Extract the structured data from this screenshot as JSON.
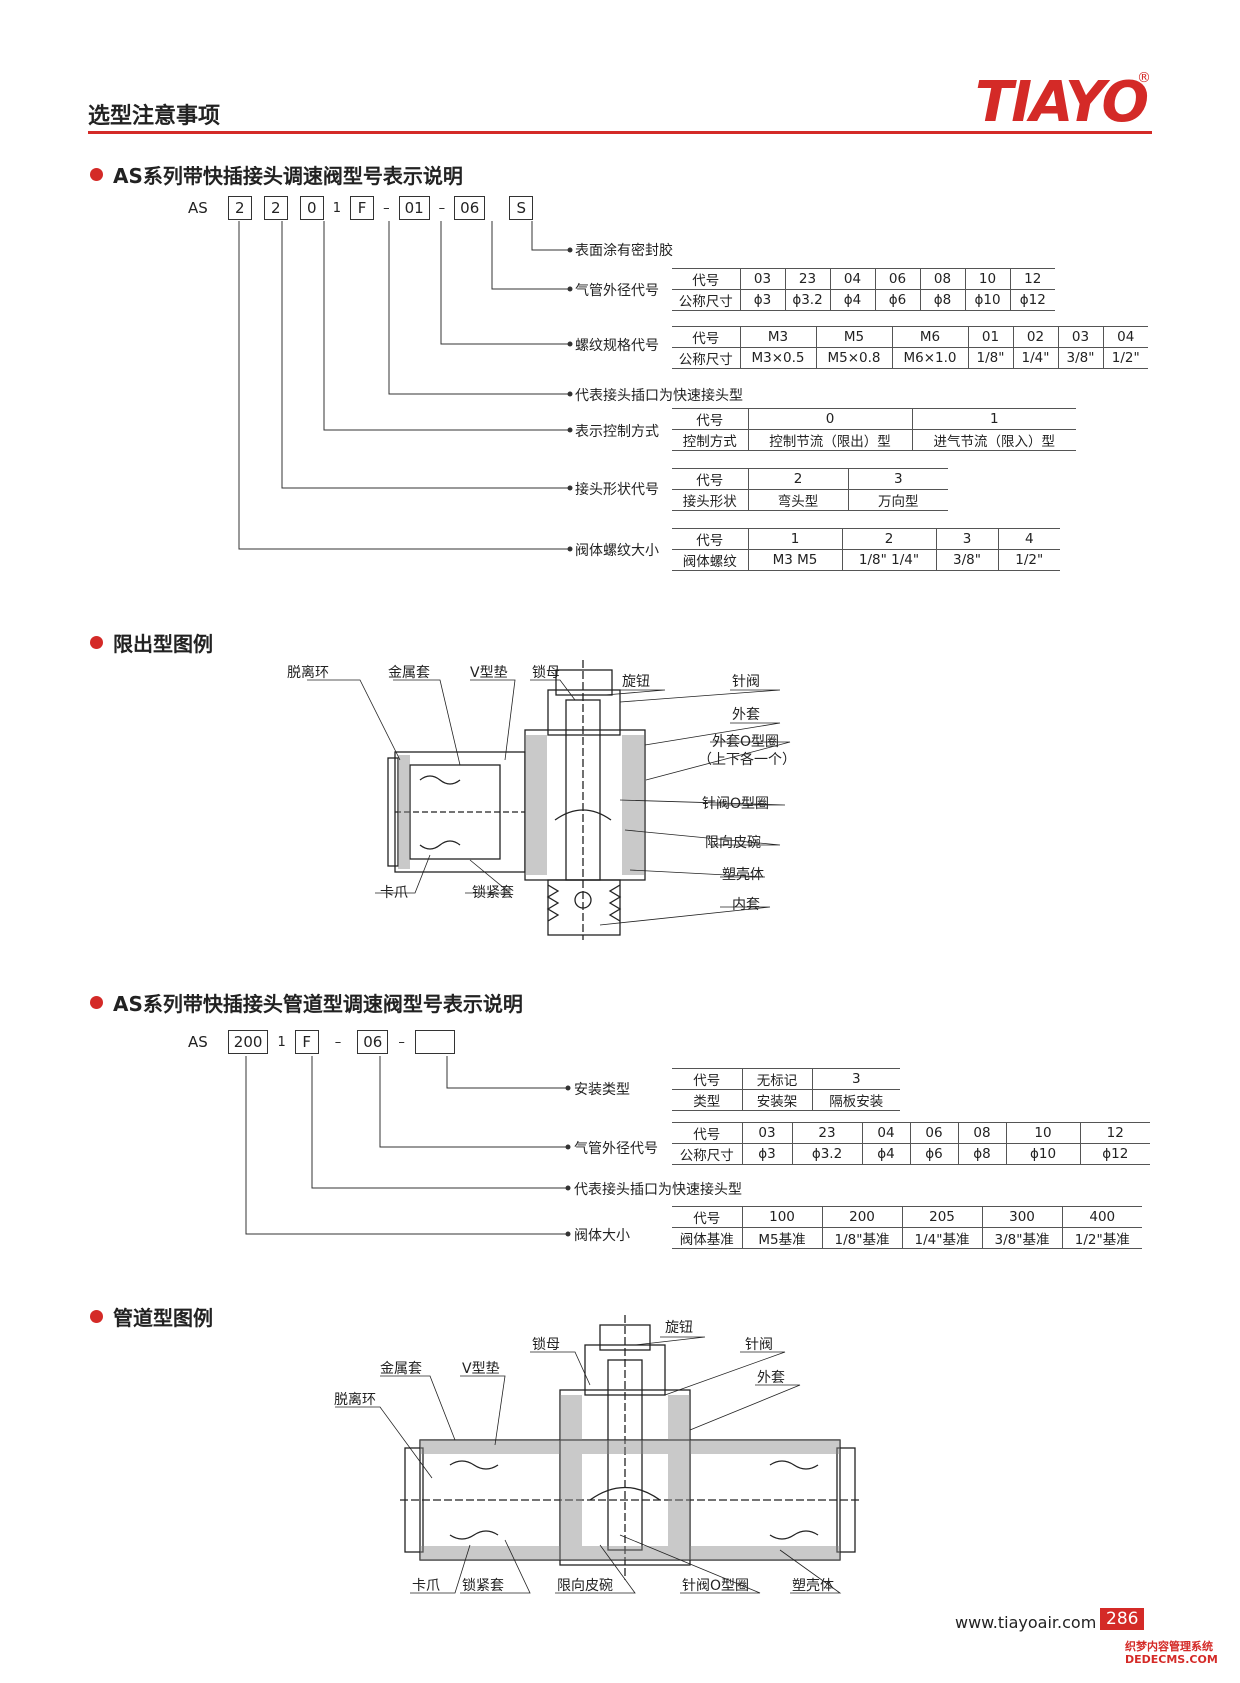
{
  "header": {
    "title": "选型注意事项",
    "brand": "TIAYO",
    "reg": "®"
  },
  "section1": {
    "title": "AS系列带快插接头调速阀型号表示说明",
    "code": {
      "prefix": "AS",
      "parts": [
        "2",
        "2",
        "0",
        "1",
        "F",
        "–",
        "01",
        "–",
        "06",
        "S"
      ]
    },
    "rows": [
      {
        "label": "表面涂有密封胶"
      },
      {
        "label": "气管外径代号",
        "header": [
          "代号",
          "03",
          "23",
          "04",
          "06",
          "08",
          "10",
          "12"
        ],
        "values": [
          "公称尺寸",
          "ϕ3",
          "ϕ3.2",
          "ϕ4",
          "ϕ6",
          "ϕ8",
          "ϕ10",
          "ϕ12"
        ]
      },
      {
        "label": "螺纹规格代号",
        "header": [
          "代号",
          "M3",
          "M5",
          "M6",
          "01",
          "02",
          "03",
          "04"
        ],
        "values": [
          "公称尺寸",
          "M3×0.5",
          "M5×0.8",
          "M6×1.0",
          "1/8\"",
          "1/4\"",
          "3/8\"",
          "1/2\""
        ]
      },
      {
        "label": "代表接头插口为快速接头型"
      },
      {
        "label": "表示控制方式",
        "header": [
          "代号",
          "0",
          "1"
        ],
        "values": [
          "控制方式",
          "控制节流（限出）型",
          "进气节流（限入）型"
        ]
      },
      {
        "label": "接头形状代号",
        "header": [
          "代号",
          "2",
          "3"
        ],
        "values": [
          "接头形状",
          "弯头型",
          "万向型"
        ]
      },
      {
        "label": "阀体螺纹大小",
        "header": [
          "代号",
          "1",
          "2",
          "3",
          "4"
        ],
        "values": [
          "阀体螺纹",
          "M3  M5",
          "1/8\"  1/4\"",
          "3/8\"",
          "1/2\""
        ]
      }
    ]
  },
  "section2": {
    "title": "限出型图例",
    "callouts": [
      "脱离环",
      "金属套",
      "V型垫",
      "锁母",
      "旋钮",
      "针阀",
      "外套",
      "外套O型圈",
      "（上下各一个）",
      "针阀O型圈",
      "限向皮碗",
      "塑壳体",
      "内套",
      "卡爪",
      "锁紧套"
    ]
  },
  "section3": {
    "title": "AS系列带快插接头管道型调速阀型号表示说明",
    "code": {
      "prefix": "AS",
      "parts": [
        "200",
        "1",
        "F",
        "–",
        "06",
        "–",
        ""
      ]
    },
    "rows": [
      {
        "label": "安装类型",
        "header": [
          "代号",
          "无标记",
          "3"
        ],
        "values": [
          "类型",
          "安装架",
          "隔板安装"
        ]
      },
      {
        "label": "气管外径代号",
        "header": [
          "代号",
          "03",
          "23",
          "04",
          "06",
          "08",
          "10",
          "12"
        ],
        "values": [
          "公称尺寸",
          "ϕ3",
          "ϕ3.2",
          "ϕ4",
          "ϕ6",
          "ϕ8",
          "ϕ10",
          "ϕ12"
        ]
      },
      {
        "label": "代表接头插口为快速接头型"
      },
      {
        "label": "阀体大小",
        "header": [
          "代号",
          "100",
          "200",
          "205",
          "300",
          "400"
        ],
        "values": [
          "阀体基准",
          "M5基准",
          "1/8\"基准",
          "1/4\"基准",
          "3/8\"基准",
          "1/2\"基准"
        ]
      }
    ]
  },
  "section4": {
    "title": "管道型图例",
    "callouts": [
      "旋钮",
      "锁母",
      "针阀",
      "金属套",
      "V型垫",
      "外套",
      "脱离环",
      "卡爪",
      "锁紧套",
      "限向皮碗",
      "针阀O型圈",
      "塑壳体"
    ]
  },
  "footer": {
    "url": "www.tiayoair.com",
    "page": "286",
    "watermark1": "织梦内容管理系统",
    "watermark2": "DEDECMS.COM"
  },
  "colors": {
    "accent": "#d42a27",
    "text": "#222222"
  }
}
